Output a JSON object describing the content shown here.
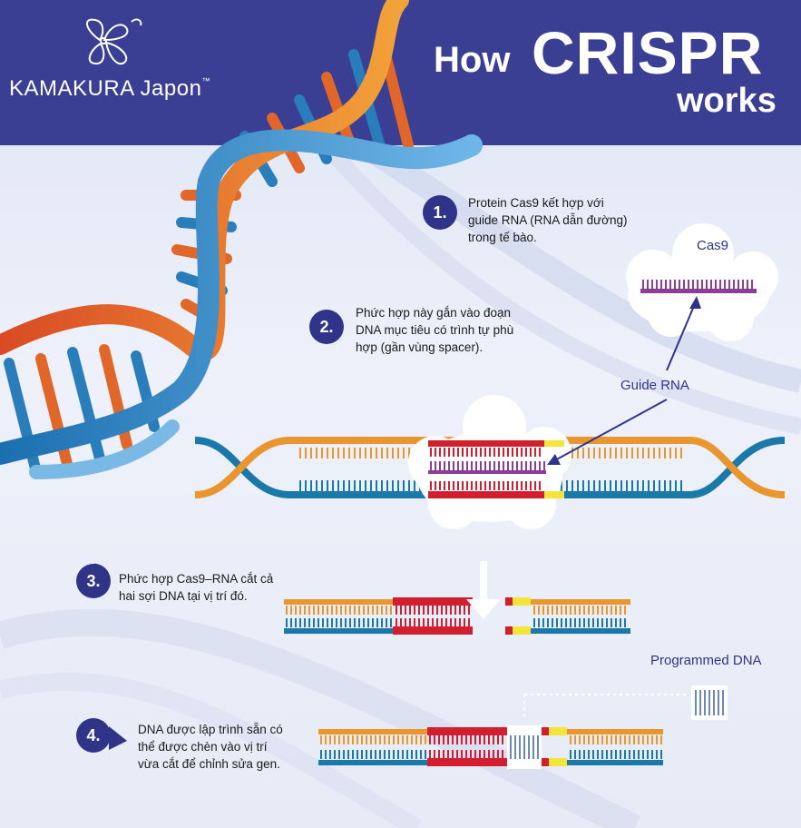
{
  "brand": {
    "name": "KAMAKURA Japon",
    "trademark": "™"
  },
  "title": {
    "how": "How",
    "crispr": "CRISPR",
    "works": "works"
  },
  "steps": [
    {
      "number": "1.",
      "text": "Protein Cas9 kết hợp với\nguide RNA (RNA dẫn đường)\ntrong tế bào."
    },
    {
      "number": "2.",
      "text": "Phức hợp này gắn vào đoạn\nDNA mục tiêu có trình tự phù\nhợp (gần vùng spacer)."
    },
    {
      "number": "3.",
      "text": "Phức hợp Cas9–RNA cắt cả\nhai sợi DNA tại vị trí đó."
    },
    {
      "number": "4.",
      "text": "DNA được lập trình sẵn có\nthể được chèn vào vị trí\nvừa cắt để chỉnh sửa gen."
    }
  ],
  "labels": {
    "cas9": "Cas9",
    "guide_rna": "Guide RNA",
    "programmed_dna": "Programmed DNA"
  },
  "colors": {
    "header": "#3a3f93",
    "strand_orange": "#e8962d",
    "strand_blue": "#1a79a8",
    "target_red": "#d11f2f",
    "pam_yellow": "#f5e43a",
    "guide_purple": "#8b3e93",
    "step_badge": "#2f3488"
  },
  "icons": [
    "orchid-logo-icon",
    "cut-arrow-icon"
  ]
}
